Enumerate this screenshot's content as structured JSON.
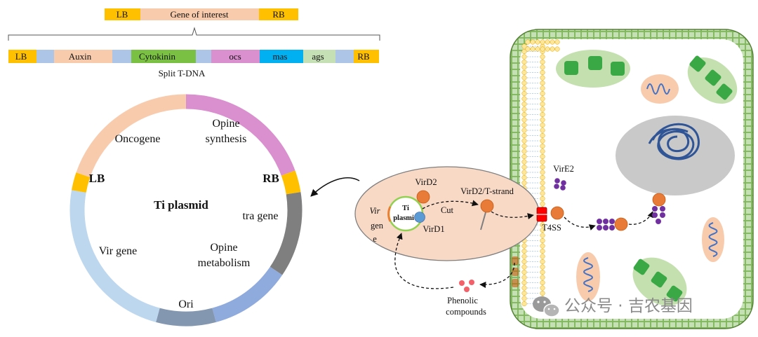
{
  "top_construct": {
    "lb": "LB",
    "goi": "Gene of interest",
    "rb": "RB"
  },
  "split_tdna": {
    "segments": [
      "LB",
      "Auxin",
      "Cytokinin",
      "ocs",
      "mas",
      "ags",
      "RB"
    ],
    "caption": "Split T-DNA"
  },
  "ti_plasmid": {
    "center": "Ti plasmid",
    "regions": {
      "oncogene": "Oncogene",
      "opine_synthesis_1": "Opine",
      "opine_synthesis_2": "synthesis",
      "rb": "RB",
      "tra": "tra gene",
      "opine_metabolism_1": "Opine",
      "opine_metabolism_2": "metabolism",
      "ori": "Ori",
      "vir": "Vir gene",
      "lb": "LB"
    }
  },
  "bacterium": {
    "vir_label_1": "Vir",
    "vir_label_2": "gen",
    "vir_label_3": "e",
    "small_plasmid_1": "Ti",
    "small_plasmid_2": "plasmid",
    "vird2": "VirD2",
    "vird1": "VirD1",
    "cut": "Cut",
    "vird2_tstrand": "VirD2/T-strand"
  },
  "host": {
    "t4ss": "T4SS",
    "vire2": "VirE2",
    "phenolic_1": "Phenolic",
    "phenolic_2": "compounds"
  },
  "watermark": "公众号 · 吉农基因",
  "colors": {
    "border_gold": "#f6bd16",
    "oncogene": "#f8cbad",
    "opine_synthesis": "#da8fce",
    "rb": "#ffc000",
    "tra": "#7f7f7f",
    "opine_metabolism": "#8faadc",
    "ori": "#8497b0",
    "vir": "#bdd7ee",
    "cytokinin": "#7ac143",
    "mas": "#00b0f0",
    "ags": "#c5e0b4",
    "spacer": "#adc5e7",
    "bacterium": "#f8d9c6",
    "cell_wall": "#a9d18e",
    "nucleus": "#c9c9c9",
    "vire2": "#7030a0",
    "phenolic": "#f4606a"
  }
}
